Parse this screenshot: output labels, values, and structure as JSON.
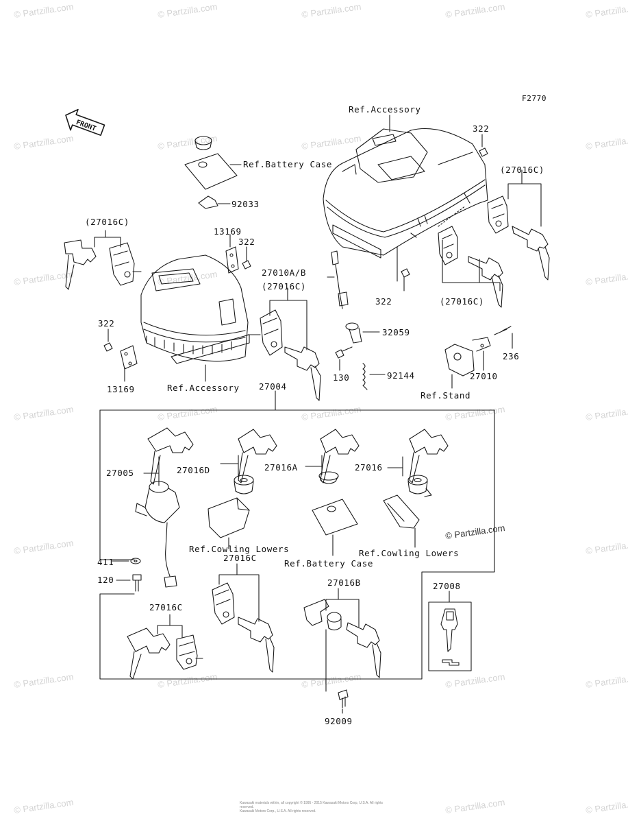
{
  "figure_code": "F2770",
  "front_label": "FRONT",
  "watermark": "© Partzilla.com",
  "signature": "© Partzilla.com",
  "footer_line1": "Kawasaki materials within, all copyright © 1995 - 2015 Kawasaki Motors Corp, U.S.A. All rights reserved.",
  "footer_line2": "Kawasaki Motors Corp., U.S.A. All rights reserved.",
  "labels": {
    "ref_accessory_top": "Ref.Accessory",
    "p322_top": "322",
    "p27016c_right_top": "(27016C)",
    "ref_battery_case_top": "Ref.Battery Case",
    "p92033": "92033",
    "p27016c_left": "(27016C)",
    "p13169_top": "13169",
    "p322_mid": "322",
    "p27010ab": "27010A/B",
    "p27016c_center": "(27016C)",
    "p322_right_low": "322",
    "p27016c_right_low": "(27016C)",
    "p322_left": "322",
    "p32059": "32059",
    "p236": "236",
    "p130": "130",
    "p92144": "92144",
    "p27010": "27010",
    "p13169_bottom": "13169",
    "ref_accessory_bottom": "Ref.Accessory",
    "p27004": "27004",
    "ref_stand": "Ref.Stand",
    "p27005": "27005",
    "p27016d": "27016D",
    "p27016a": "27016A",
    "p27016": "27016",
    "ref_cowling_lowers_left": "Ref.Cowling Lowers",
    "ref_cowling_lowers_right": "Ref.Cowling Lowers",
    "ref_battery_case_bottom": "Ref.Battery Case",
    "p411": "411",
    "p120": "120",
    "p27016c_lower_center": "27016C",
    "p27016b": "27016B",
    "p27008": "27008",
    "p27016c_lower_left": "27016C",
    "p92009": "92009"
  }
}
